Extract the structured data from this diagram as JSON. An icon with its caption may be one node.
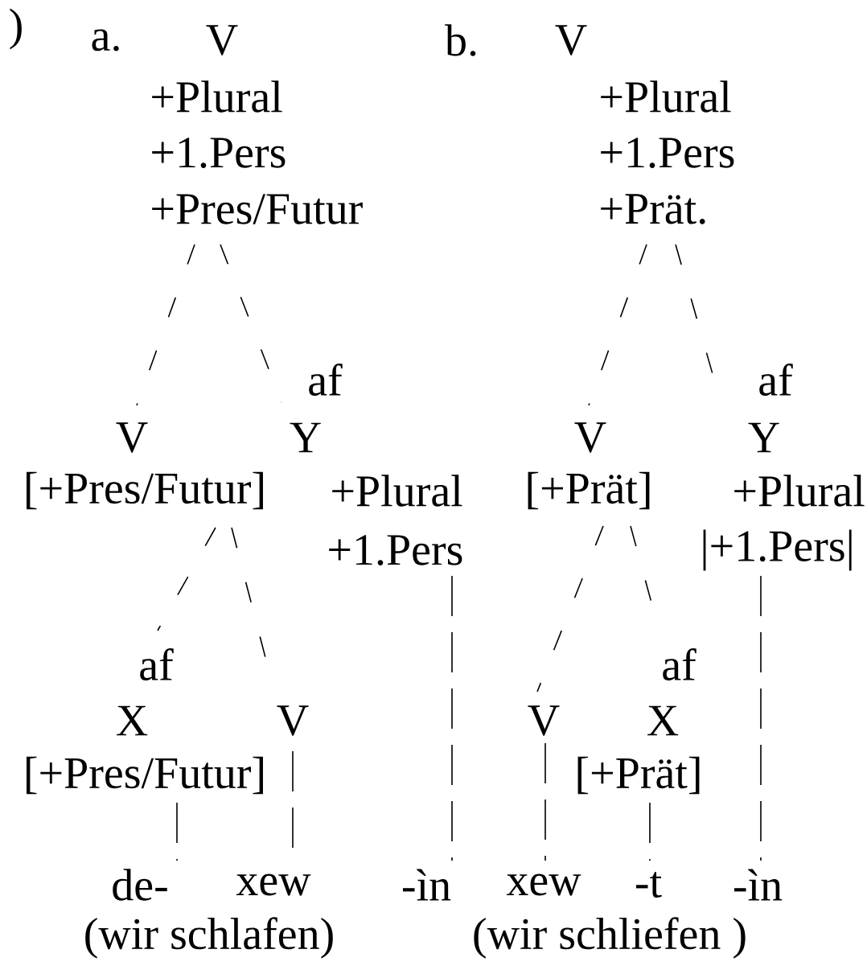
{
  "diagram": {
    "nodes": [
      {
        "text": [
          "V",
          "+Plural",
          "+1.Pers",
          "+Pres/Futur"
        ]
      },
      {
        "text": [
          "V",
          "[+Pres/Futur]"
        ]
      },
      {
        "text": [
          "Y",
          "+Plural",
          "+1.Pers"
        ]
      },
      {
        "text": [
          "X",
          "[+Pres/Futur]"
        ]
      },
      {
        "text": [
          "V"
        ]
      },
      {
        "text": [
          "de-"
        ]
      },
      {
        "text": [
          "xew"
        ]
      },
      {
        "text": [
          "-ìn"
        ]
      },
      {
        "text": [
          "V",
          "+Plural",
          "+1.Pers",
          "+Prät."
        ]
      },
      {
        "text": [
          "V",
          "[+Prät]"
        ]
      },
      {
        "text": [
          "Y",
          "+Plural",
          "|+1.Pers|"
        ]
      },
      {
        "text": [
          "V"
        ]
      },
      {
        "text": [
          "X",
          "[+Prät]"
        ]
      },
      {
        "text": [
          "xew"
        ]
      },
      {
        "text": [
          "-t"
        ]
      },
      {
        "text": [
          "-ìn"
        ]
      }
    ],
    "edges": [
      {
        "from": 0,
        "to": 1,
        "arrow": "none"
      },
      {
        "from": 0,
        "to": 2,
        "arrow": "none",
        "label": "af"
      },
      {
        "from": 1,
        "to": 3,
        "arrow": "none",
        "label": "af"
      },
      {
        "from": 1,
        "to": 4,
        "arrow": "none"
      },
      {
        "from": 3,
        "to": 5,
        "arrow": "none"
      },
      {
        "from": 4,
        "to": 6,
        "arrow": "none"
      },
      {
        "from": 2,
        "to": 7,
        "arrow": "none"
      },
      {
        "from": 8,
        "to": 9,
        "arrow": "none"
      },
      {
        "from": 8,
        "to": 10,
        "arrow": "none",
        "label": "af"
      },
      {
        "from": 9,
        "to": 11,
        "arrow": "none"
      },
      {
        "from": 9,
        "to": 12,
        "arrow": "none",
        "label": "af"
      },
      {
        "from": 11,
        "to": 13,
        "arrow": "none"
      },
      {
        "from": 12,
        "to": 14,
        "arrow": "none"
      },
      {
        "from": 10,
        "to": 15,
        "arrow": "none"
      }
    ],
    "labels": [
      ")",
      "a.",
      "b.",
      "(wir schlafen)",
      "(wir schliefen )"
    ]
  }
}
